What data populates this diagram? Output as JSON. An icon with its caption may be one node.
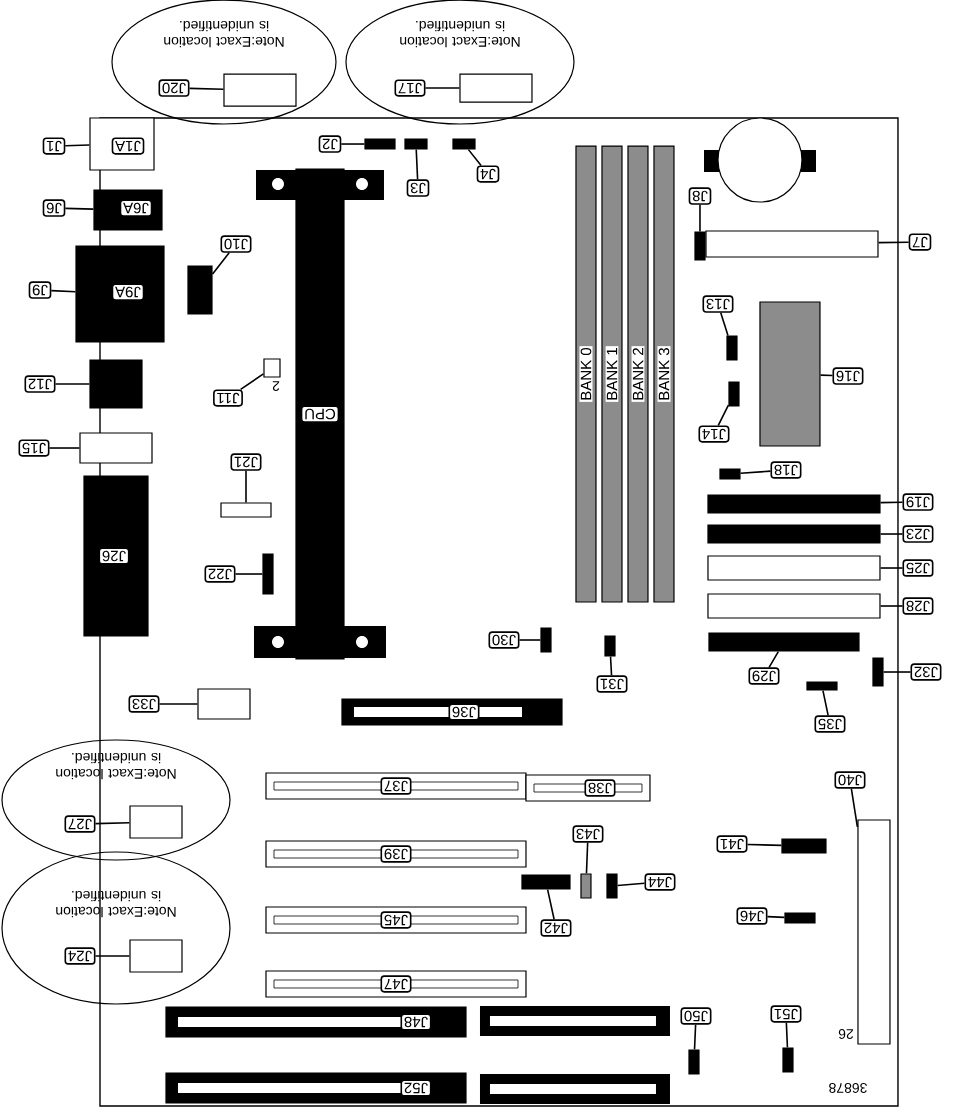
{
  "diagram": {
    "nodes": [
      {
        "text": [
          "Note:Exact location is unidentified."
        ]
      },
      {
        "text": [
          "J20"
        ],
        "in": 0
      },
      {
        "text": [],
        "shape": "box",
        "in": 0
      },
      {
        "text": [
          "Note:Exact location is unidentified."
        ]
      },
      {
        "text": [
          "J17"
        ],
        "in": 3
      },
      {
        "text": [],
        "shape": "box",
        "in": 3
      },
      {
        "text": [
          "J1"
        ]
      },
      {
        "text": [
          "J1A"
        ]
      },
      {
        "text": [
          "J6"
        ]
      },
      {
        "text": [
          "J6A"
        ]
      },
      {
        "text": [
          "J9"
        ]
      },
      {
        "text": [
          "J9A"
        ]
      },
      {
        "text": [
          "J10"
        ]
      },
      {
        "text": [],
        "shape": "box"
      },
      {
        "text": [
          "J2"
        ]
      },
      {
        "text": [],
        "shape": "box"
      },
      {
        "text": [
          "J3"
        ]
      },
      {
        "text": [],
        "shape": "box"
      },
      {
        "text": [
          "J4"
        ]
      },
      {
        "text": [],
        "shape": "box"
      },
      {
        "text": [
          "CPU"
        ]
      },
      {
        "text": [
          "BANK 0"
        ]
      },
      {
        "text": [
          "BANK 1"
        ]
      },
      {
        "text": [
          "BANK 2"
        ]
      },
      {
        "text": [
          "BANK 3"
        ]
      },
      {
        "text": [
          "J7"
        ]
      },
      {
        "text": [],
        "shape": "box"
      },
      {
        "text": [
          "J8"
        ]
      },
      {
        "text": [],
        "shape": "box"
      },
      {
        "text": [
          "J13"
        ]
      },
      {
        "text": [],
        "shape": "box"
      },
      {
        "text": [
          "J16"
        ]
      },
      {
        "text": [],
        "shape": "box"
      },
      {
        "text": [
          "J14"
        ]
      },
      {
        "text": [],
        "shape": "box"
      },
      {
        "text": [
          "J18"
        ]
      },
      {
        "text": [],
        "shape": "box"
      },
      {
        "text": [
          "J19"
        ]
      },
      {
        "text": [],
        "shape": "box"
      },
      {
        "text": [
          "J23"
        ]
      },
      {
        "text": [],
        "shape": "box"
      },
      {
        "text": [
          "J25"
        ]
      },
      {
        "text": [],
        "shape": "box"
      },
      {
        "text": [
          "J28"
        ]
      },
      {
        "text": [],
        "shape": "box"
      },
      {
        "text": [
          "J29"
        ]
      },
      {
        "text": [],
        "shape": "box"
      },
      {
        "text": [
          "J32"
        ]
      },
      {
        "text": [],
        "shape": "box"
      },
      {
        "text": [
          "J35"
        ]
      },
      {
        "text": [],
        "shape": "box"
      },
      {
        "text": [
          "J30"
        ]
      },
      {
        "text": [],
        "shape": "box"
      },
      {
        "text": [
          "J31"
        ]
      },
      {
        "text": [],
        "shape": "box"
      },
      {
        "text": [
          "J36"
        ]
      },
      {
        "text": [
          "J33"
        ]
      },
      {
        "text": [],
        "shape": "box"
      },
      {
        "text": [
          "J22"
        ]
      },
      {
        "text": [],
        "shape": "box"
      },
      {
        "text": [
          "J21"
        ]
      },
      {
        "text": [],
        "shape": "box"
      },
      {
        "text": [
          "J11"
        ]
      },
      {
        "text": [],
        "shape": "box"
      },
      {
        "text": [
          "J12"
        ]
      },
      {
        "text": [],
        "shape": "box"
      },
      {
        "text": [
          "J15"
        ]
      },
      {
        "text": [],
        "shape": "box"
      },
      {
        "text": [
          "J26"
        ]
      },
      {
        "text": [
          "Note:Exact location is unidentified."
        ]
      },
      {
        "text": [
          "J27"
        ],
        "in": 69
      },
      {
        "text": [],
        "shape": "box",
        "in": 69
      },
      {
        "text": [
          "Note:Exact location is unidentified."
        ]
      },
      {
        "text": [
          "J24"
        ],
        "in": 72
      },
      {
        "text": [],
        "shape": "box",
        "in": 72
      },
      {
        "text": [
          "J37"
        ]
      },
      {
        "text": [
          "J38"
        ]
      },
      {
        "text": [
          "J39"
        ]
      },
      {
        "text": [
          "J45"
        ]
      },
      {
        "text": [
          "J47"
        ]
      },
      {
        "text": [
          "J48"
        ]
      },
      {
        "text": [
          "J52"
        ]
      },
      {
        "text": [
          "J40"
        ]
      },
      {
        "text": [],
        "shape": "box"
      },
      {
        "text": [
          "J41"
        ]
      },
      {
        "text": [],
        "shape": "box"
      },
      {
        "text": [
          "J42"
        ]
      },
      {
        "text": [],
        "shape": "box"
      },
      {
        "text": [
          "J43"
        ]
      },
      {
        "text": [],
        "shape": "box"
      },
      {
        "text": [
          "J44"
        ]
      },
      {
        "text": [],
        "shape": "box"
      },
      {
        "text": [
          "J46"
        ]
      },
      {
        "text": [],
        "shape": "box"
      },
      {
        "text": [
          "J50"
        ]
      },
      {
        "text": [],
        "shape": "box"
      },
      {
        "text": [
          "J51"
        ]
      },
      {
        "text": [],
        "shape": "box"
      }
    ],
    "edges": [
      {
        "from": 1,
        "to": 2,
        "arrow": "none"
      },
      {
        "from": 4,
        "to": 5,
        "arrow": "none"
      },
      {
        "from": 6,
        "to": 7,
        "arrow": "none"
      },
      {
        "from": 8,
        "to": 9,
        "arrow": "none"
      },
      {
        "from": 10,
        "to": 11,
        "arrow": "none"
      },
      {
        "from": 12,
        "to": 13,
        "arrow": "none"
      },
      {
        "from": 14,
        "to": 15,
        "arrow": "none"
      },
      {
        "from": 16,
        "to": 17,
        "arrow": "none"
      },
      {
        "from": 18,
        "to": 19,
        "arrow": "none"
      },
      {
        "from": 25,
        "to": 26,
        "arrow": "none"
      },
      {
        "from": 27,
        "to": 28,
        "arrow": "none"
      },
      {
        "from": 29,
        "to": 30,
        "arrow": "none"
      },
      {
        "from": 31,
        "to": 32,
        "arrow": "none"
      },
      {
        "from": 33,
        "to": 34,
        "arrow": "none"
      },
      {
        "from": 35,
        "to": 36,
        "arrow": "none"
      },
      {
        "from": 37,
        "to": 38,
        "arrow": "none"
      },
      {
        "from": 39,
        "to": 40,
        "arrow": "none"
      },
      {
        "from": 41,
        "to": 42,
        "arrow": "none"
      },
      {
        "from": 43,
        "to": 44,
        "arrow": "none"
      },
      {
        "from": 45,
        "to": 46,
        "arrow": "none"
      },
      {
        "from": 47,
        "to": 48,
        "arrow": "none"
      },
      {
        "from": 49,
        "to": 50,
        "arrow": "none"
      },
      {
        "from": 51,
        "to": 52,
        "arrow": "none"
      },
      {
        "from": 53,
        "to": 54,
        "arrow": "none"
      },
      {
        "from": 56,
        "to": 57,
        "arrow": "none"
      },
      {
        "from": 58,
        "to": 59,
        "arrow": "none"
      },
      {
        "from": 60,
        "to": 61,
        "arrow": "none"
      },
      {
        "from": 62,
        "to": 63,
        "arrow": "none"
      },
      {
        "from": 64,
        "to": 65,
        "arrow": "none"
      },
      {
        "from": 66,
        "to": 67,
        "arrow": "none"
      },
      {
        "from": 70,
        "to": 71,
        "arrow": "none"
      },
      {
        "from": 73,
        "to": 74,
        "arrow": "none"
      },
      {
        "from": 82,
        "to": 83,
        "arrow": "none"
      },
      {
        "from": 84,
        "to": 85,
        "arrow": "none"
      },
      {
        "from": 86,
        "to": 87,
        "arrow": "none"
      },
      {
        "from": 88,
        "to": 89,
        "arrow": "none"
      },
      {
        "from": 90,
        "to": 91,
        "arrow": "none"
      },
      {
        "from": 92,
        "to": 93,
        "arrow": "none"
      },
      {
        "from": 94,
        "to": 95,
        "arrow": "none"
      },
      {
        "from": 96,
        "to": 97,
        "arrow": "none"
      }
    ],
    "labels": [
      "2",
      "26",
      "36878"
    ]
  }
}
